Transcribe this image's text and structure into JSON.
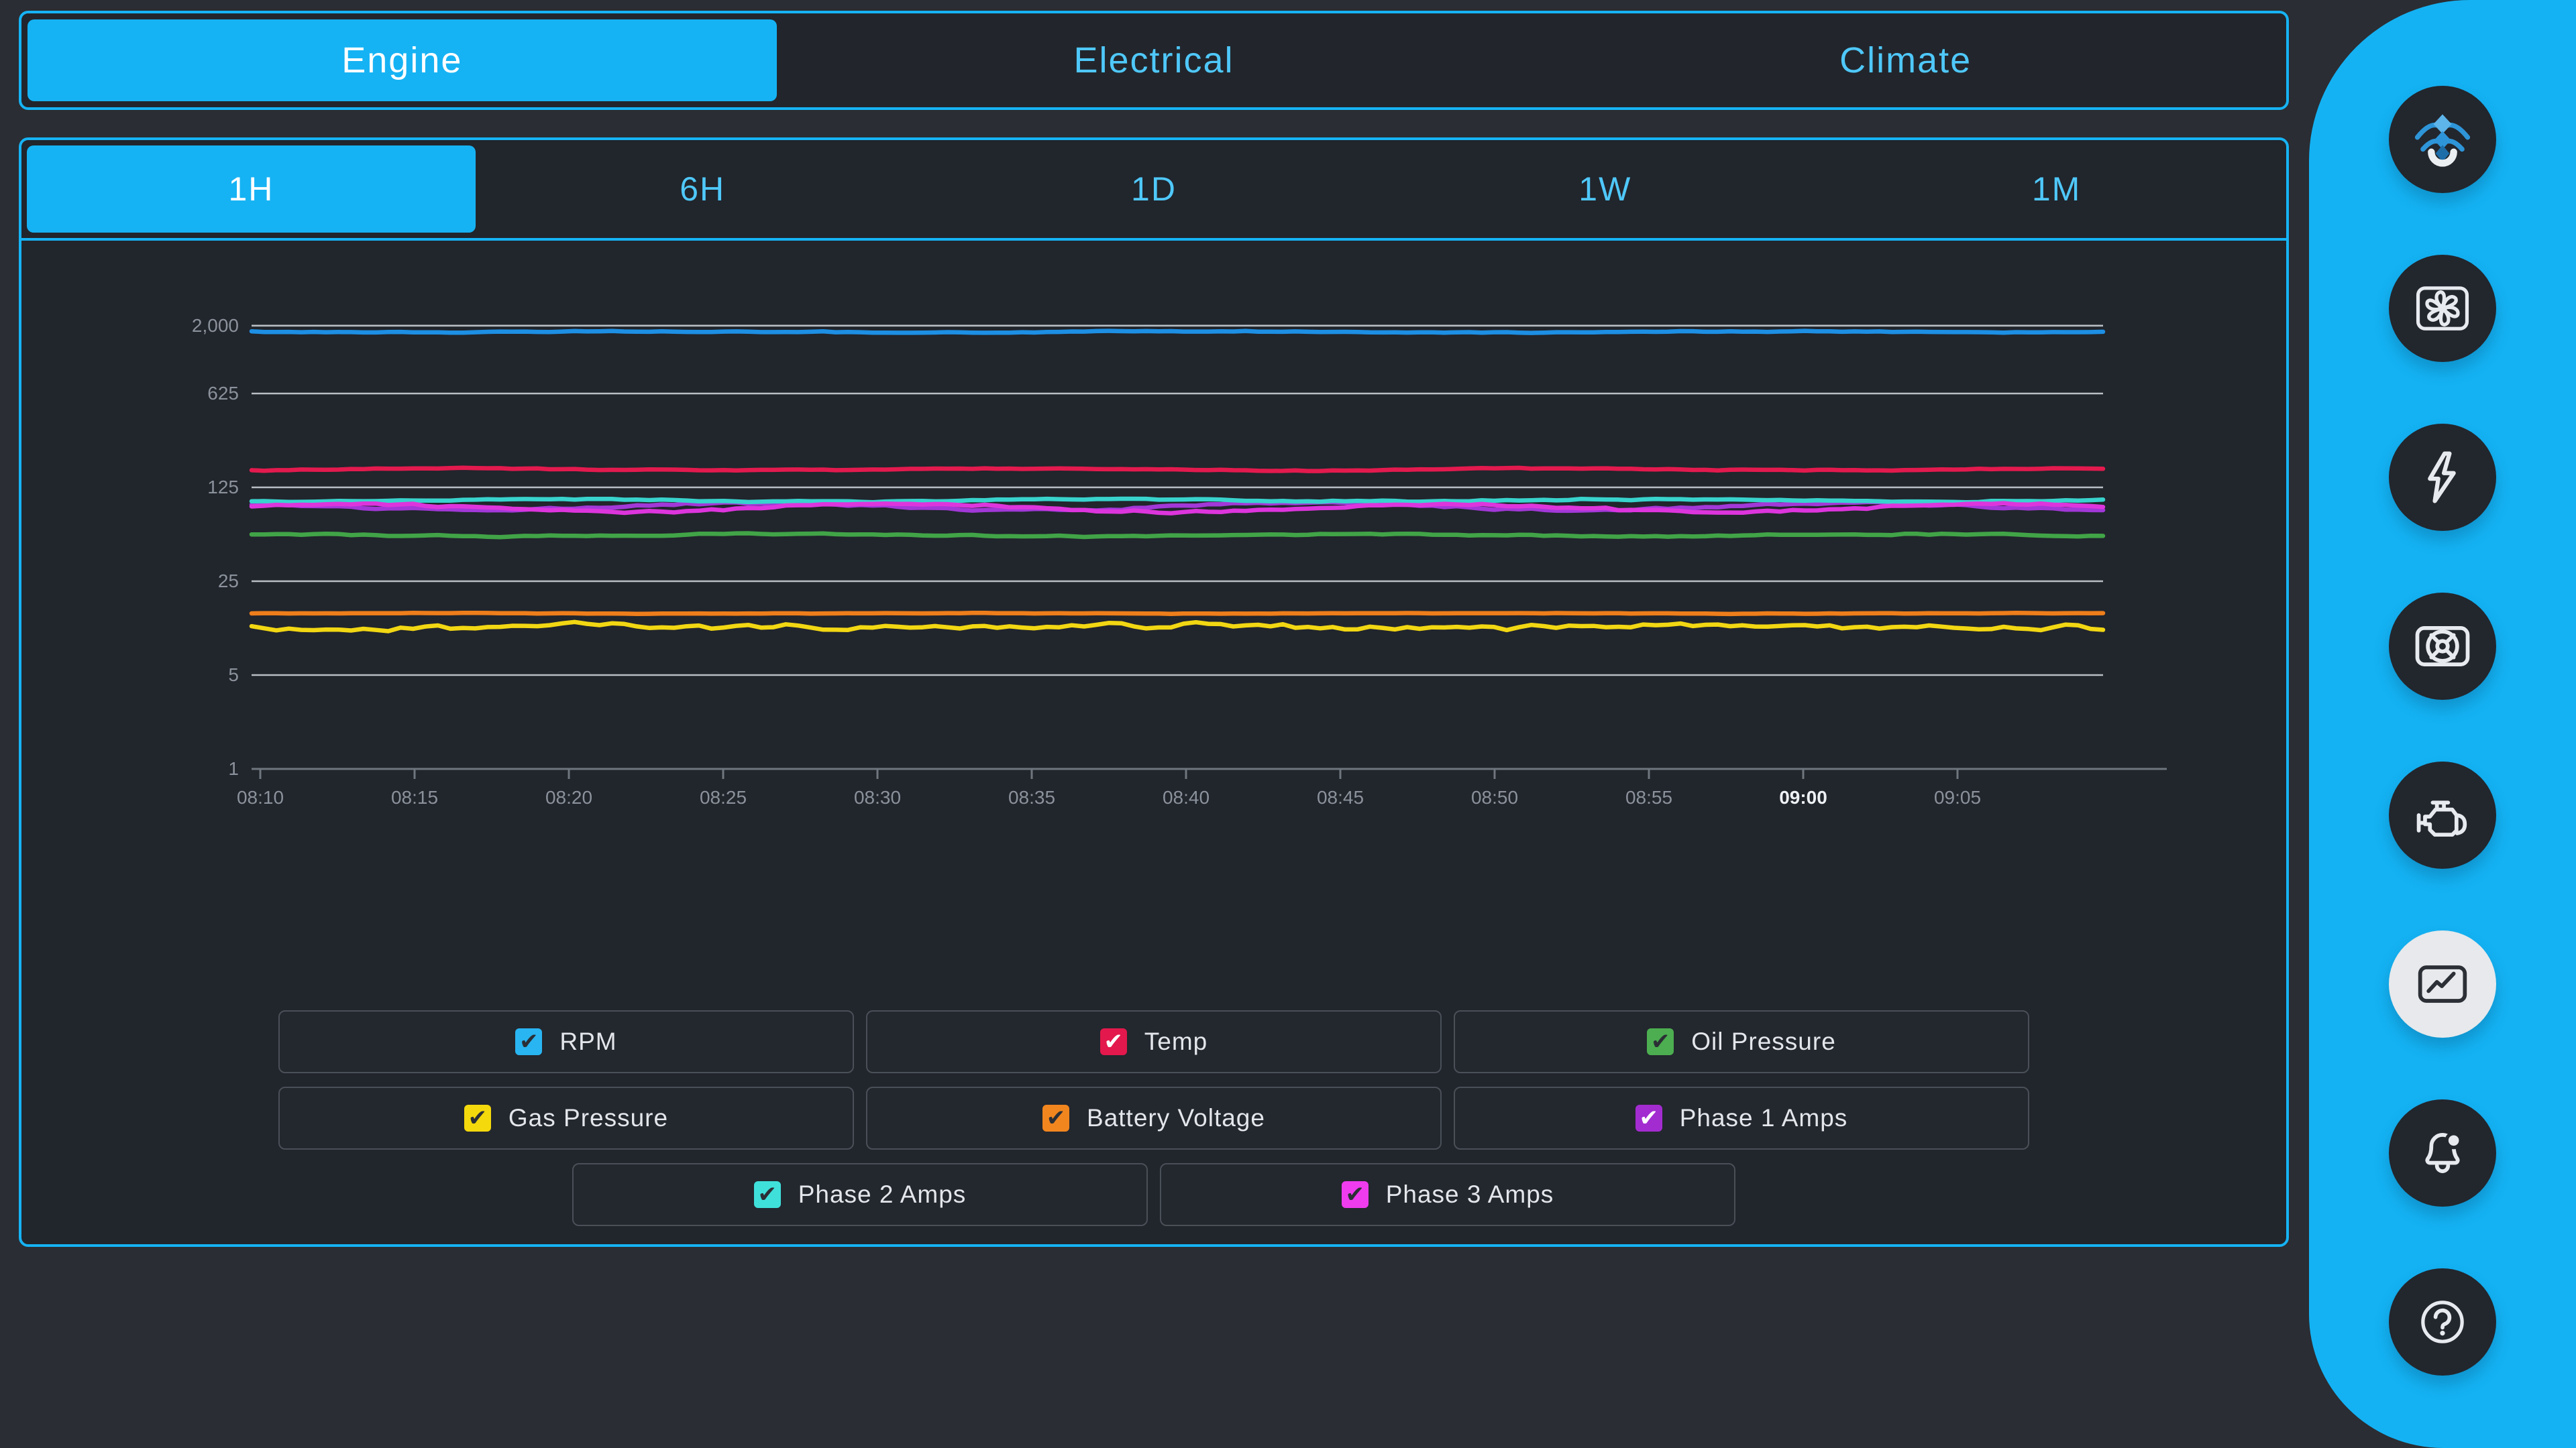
{
  "main_tabs": {
    "items": [
      {
        "label": "Engine",
        "active": true
      },
      {
        "label": "Electrical",
        "active": false
      },
      {
        "label": "Climate",
        "active": false
      }
    ]
  },
  "time_tabs": {
    "items": [
      {
        "label": "1H",
        "active": true
      },
      {
        "label": "6H",
        "active": false
      },
      {
        "label": "1D",
        "active": false
      },
      {
        "label": "1W",
        "active": false
      },
      {
        "label": "1M",
        "active": false
      }
    ]
  },
  "chart_data": {
    "type": "line",
    "y_scale": "log",
    "grid": true,
    "ylim": [
      1,
      2600
    ],
    "y_ticks": [
      {
        "label": "2,000",
        "value": 2000
      },
      {
        "label": "625",
        "value": 625
      },
      {
        "label": "125",
        "value": 125
      },
      {
        "label": "25",
        "value": 25
      },
      {
        "label": "5",
        "value": 5
      },
      {
        "label": "1",
        "value": 1
      }
    ],
    "x_ticks": [
      {
        "label": "08:10"
      },
      {
        "label": "08:15"
      },
      {
        "label": "08:20"
      },
      {
        "label": "08:25"
      },
      {
        "label": "08:30"
      },
      {
        "label": "08:35"
      },
      {
        "label": "08:40"
      },
      {
        "label": "08:45"
      },
      {
        "label": "08:50"
      },
      {
        "label": "08:55"
      },
      {
        "label": "09:00",
        "bold": true
      },
      {
        "label": "09:05"
      }
    ],
    "series": [
      {
        "name": "RPM",
        "color": "#1d8fe4",
        "value": 1800,
        "jitter": 1.6,
        "wave": 0.8
      },
      {
        "name": "Temp",
        "color": "#e31a4e",
        "value": 170,
        "jitter": 1.8,
        "wave": 1.5
      },
      {
        "name": "Oil Pressure",
        "color": "#41a447",
        "value": 55,
        "jitter": 2.6,
        "wave": 1.5
      },
      {
        "name": "Gas Pressure",
        "color": "#f2d713",
        "value": 11.5,
        "jitter": 9,
        "wave": 2.5
      },
      {
        "name": "Battery Voltage",
        "color": "#ee7e1b",
        "value": 14.4,
        "jitter": 0.9,
        "wave": 0.4
      },
      {
        "name": "Phase 1 Amps",
        "color": "#a238d8",
        "value": 90,
        "jitter": 4,
        "wave": 5
      },
      {
        "name": "Phase 2 Amps",
        "color": "#39d3cd",
        "value": 100,
        "jitter": 2.4,
        "wave": 1.6
      },
      {
        "name": "Phase 3 Amps",
        "color": "#dd35dd",
        "value": 88,
        "jitter": 4,
        "wave": 6
      }
    ]
  },
  "legend": {
    "rows": [
      [
        {
          "label": "RPM",
          "color": "#29b5f1",
          "check_color": "#2b2f35",
          "checked": true
        },
        {
          "label": "Temp",
          "color": "#e3184c",
          "check_color": "#ffffff",
          "checked": true
        },
        {
          "label": "Oil Pressure",
          "color": "#4cae50",
          "check_color": "#2b2f35",
          "checked": true
        }
      ],
      [
        {
          "label": "Gas Pressure",
          "color": "#f4d90c",
          "check_color": "#2b2f35",
          "checked": true
        },
        {
          "label": "Battery Voltage",
          "color": "#f1861f",
          "check_color": "#2b2f35",
          "checked": true
        },
        {
          "label": "Phase 1 Amps",
          "color": "#a32cd0",
          "check_color": "#ffffff",
          "checked": true
        }
      ],
      [
        {
          "label": "Phase 2 Amps",
          "color": "#3fe0da",
          "check_color": "#2b2f35",
          "checked": true
        },
        {
          "label": "Phase 3 Amps",
          "color": "#ee3cee",
          "check_color": "#2b2f35",
          "checked": true
        }
      ]
    ]
  },
  "sidebar": {
    "accent": "#14b2f3",
    "icons": [
      {
        "name": "signal-levels-icon",
        "active": false
      },
      {
        "name": "vent-fan-icon",
        "active": false
      },
      {
        "name": "bolt-icon",
        "active": false
      },
      {
        "name": "radiator-fan-icon",
        "active": false
      },
      {
        "name": "engine-icon",
        "active": false
      },
      {
        "name": "trend-chart-icon",
        "active": true
      },
      {
        "name": "notifications-icon",
        "active": false,
        "badge": true
      },
      {
        "name": "help-icon",
        "active": false
      }
    ]
  }
}
